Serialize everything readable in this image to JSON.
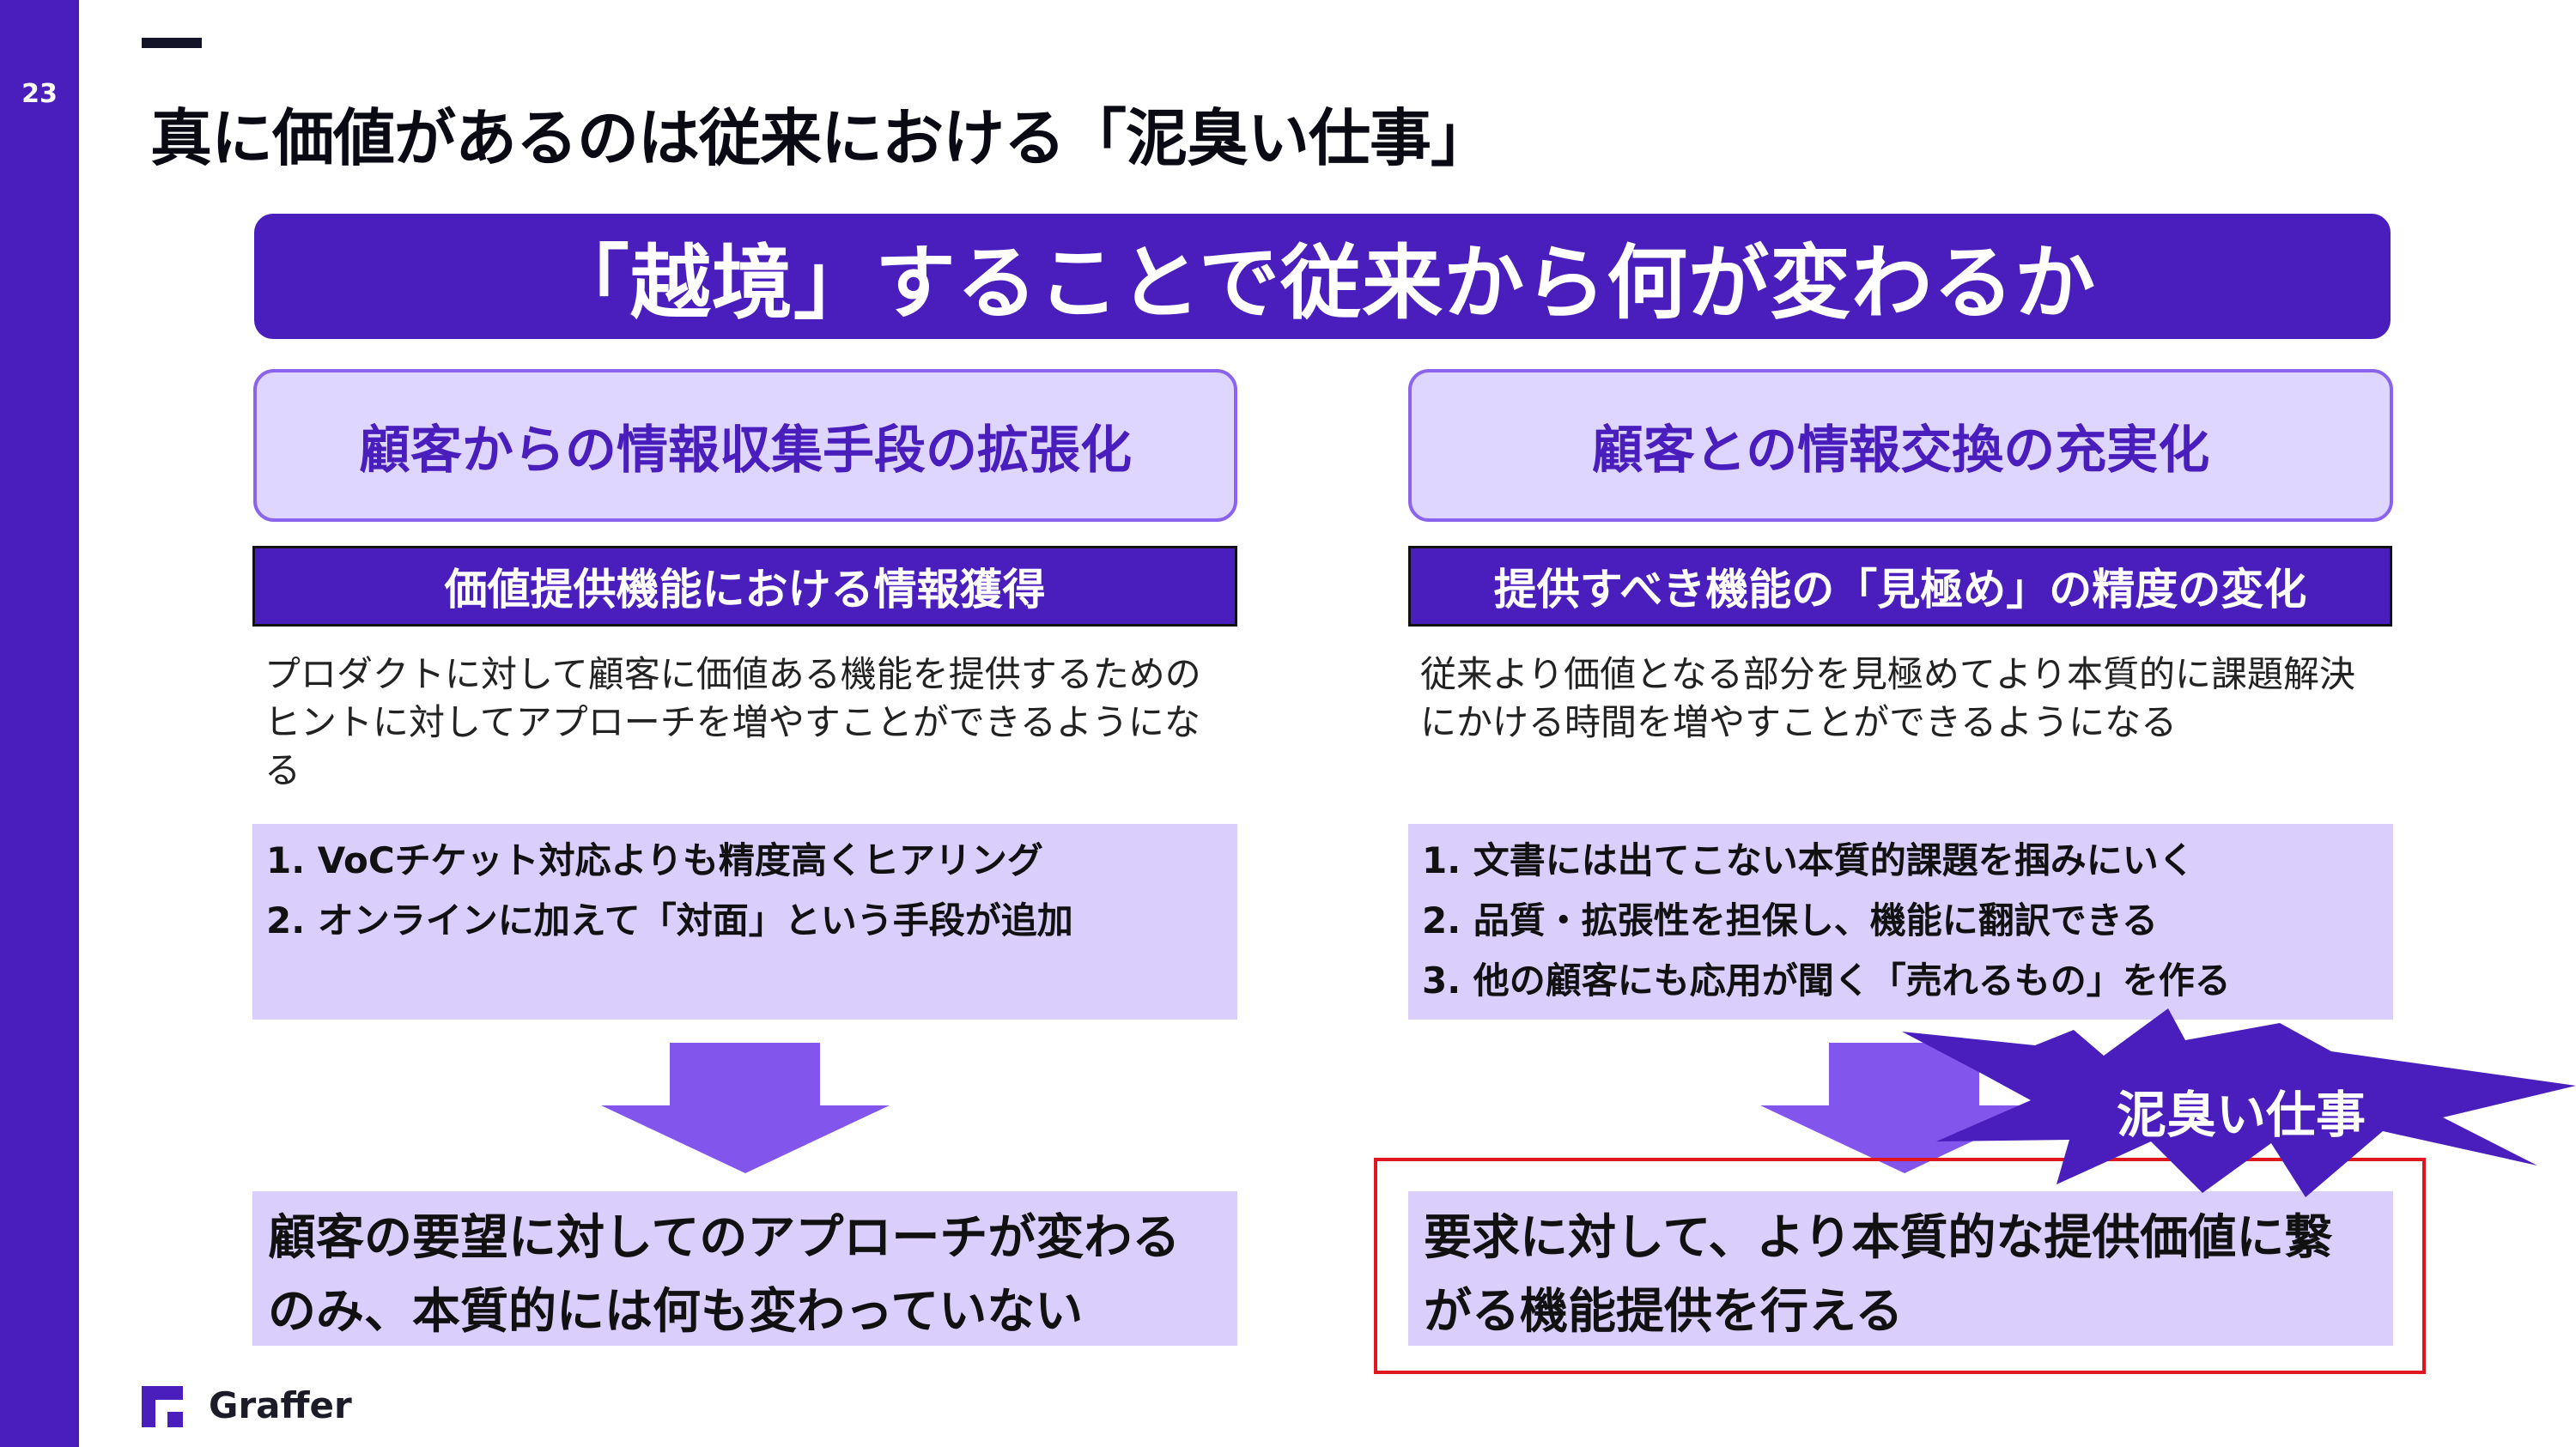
{
  "page_number": "23",
  "slide_title": "真に価値があるのは従来における「泥臭い仕事」",
  "banner": "「越境」することで従来から何が変わるか",
  "left": {
    "heading": "顧客からの情報収集手段の拡張化",
    "subheading": "価値提供機能における情報獲得",
    "description": "プロダクトに対して顧客に価値ある機能を提供するためのヒントに対してアプローチを増やすことができるようになる",
    "items": [
      "1. VoCチケット対応よりも精度高くヒアリング",
      "2. オンラインに加えて「対面」という手段が追加"
    ],
    "result": "顧客の要望に対してのアプローチが変わるのみ、本質的には何も変わっていない"
  },
  "right": {
    "heading": "顧客との情報交換の充実化",
    "subheading": "提供すべき機能の「見極め」の精度の変化",
    "description": "従来より価値となる部分を見極めてより本質的に課題解決にかける時間を増やすことができるようになる",
    "items": [
      "1. 文書には出てこない本質的課題を掴みにいく",
      "2. 品質・拡張性を担保し、機能に翻訳できる",
      "3. 他の顧客にも応用が聞く「売れるもの」を作る"
    ],
    "result": "要求に対して、より本質的な提供価値に繋がる機能提供を行える"
  },
  "burst_label": "泥臭い仕事",
  "logo": "Graffer",
  "icons": {
    "down_arrow": "down-arrow-icon",
    "burst": "explosion-burst-icon",
    "logo_mark": "graffer-logo-icon"
  },
  "colors": {
    "brand_purple": "#4a1ebd",
    "light_purple": "#d9cefc",
    "arrow_purple": "#8256ec",
    "highlight_red": "#e0161e"
  }
}
